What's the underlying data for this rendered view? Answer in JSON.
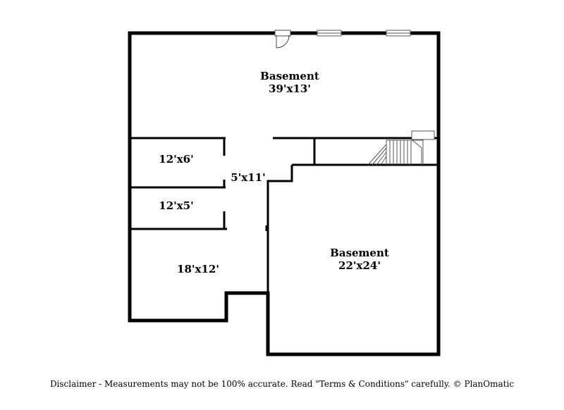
{
  "rooms": {
    "basement_north": {
      "label": "Basement",
      "dims": "39'x13'"
    },
    "basement_south": {
      "label": "Basement",
      "dims": "22'x24'"
    },
    "room_a": {
      "dims": "12'x6'"
    },
    "room_b": {
      "dims": "12'x5'"
    },
    "room_c": {
      "dims": "18'x12'"
    },
    "hall": {
      "dims": "5'x11'"
    }
  },
  "disclaimer": "Disclaimer - Measurements may not be 100% accurate. Read \"Terms & Conditions\" carefully. © PlanOmatic",
  "colors": {
    "wall": "#000000",
    "background": "#ffffff",
    "fixture": "#555555"
  }
}
